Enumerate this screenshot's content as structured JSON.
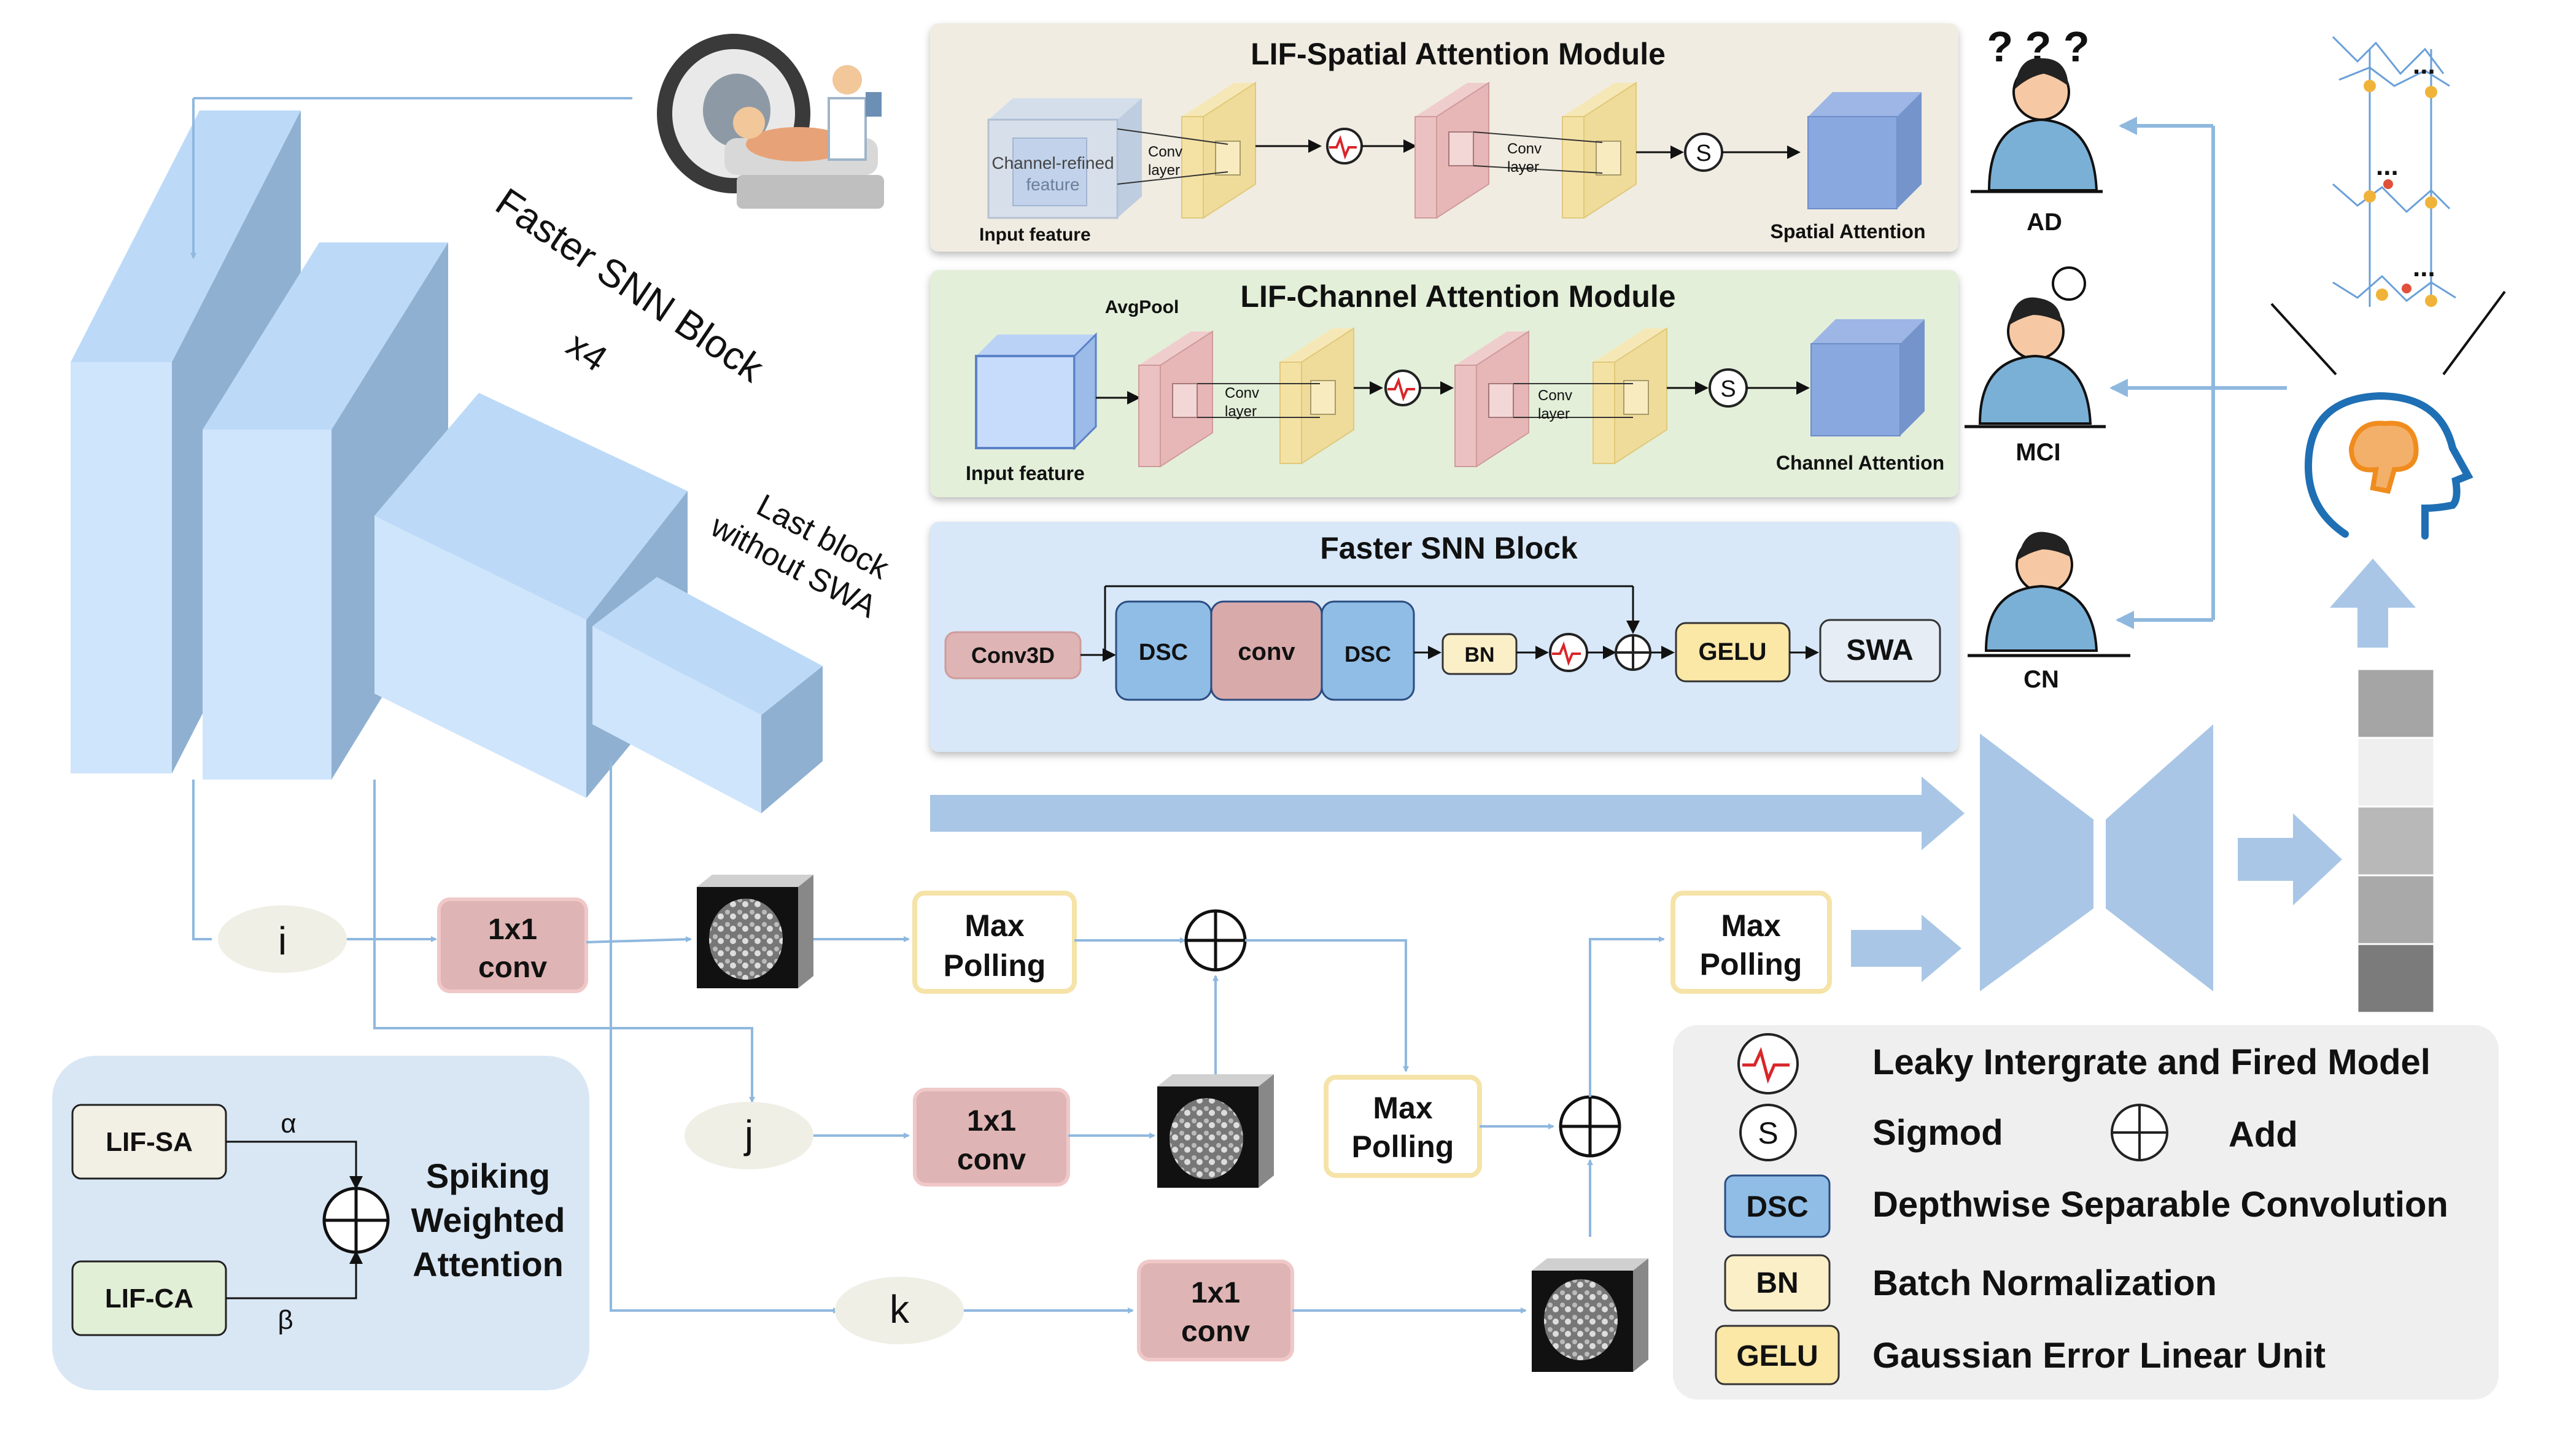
{
  "texts": {
    "faster_snn_block_x4": "Faster SNN Block",
    "x4": "x4",
    "last_block_1": "Last block",
    "last_block_2": "without SWA",
    "spatial_title": "LIF-Spatial Attention Module",
    "spatial_channel_refined": "Channel-refined",
    "spatial_feature": "feature",
    "spatial_conv_layer_1": "Conv",
    "spatial_conv_layer_2": "layer",
    "spatial_input_feature": "Input feature",
    "spatial_output": "Spatial Attention",
    "channel_title": "LIF-Channel Attention Module",
    "channel_avgpool": "AvgPool",
    "channel_input_feature": "Input feature",
    "channel_output": "Channel Attention",
    "faster_title": "Faster SNN Block",
    "conv3d": "Conv3D",
    "dsc": "DSC",
    "conv": "conv",
    "bn": "BN",
    "gelu": "GELU",
    "swa": "SWA",
    "ad": "AD",
    "mci": "MCI",
    "cn": "CN",
    "i": "i",
    "j": "j",
    "k": "k",
    "conv1x1_line1": "1x1",
    "conv1x1_line2": "conv",
    "max_line1": "Max",
    "max_line2": "Polling",
    "lif_sa": "LIF-SA",
    "lif_ca": "LIF-CA",
    "alpha": "α",
    "beta": "β",
    "swatt_1": "Spiking",
    "swatt_2": "Weighted",
    "swatt_3": "Attention",
    "sigmoid_symbol": "S",
    "dots": "...",
    "question_marks": "? ? ?",
    "legend_lif": "Leaky Intergrate and Fired Model",
    "legend_sigmod": "Sigmod",
    "legend_add": "Add",
    "legend_dsc": "Depthwise Separable Convolution",
    "legend_bn": "Batch Normalization",
    "legend_gelu": "Gaussian Error Linear Unit"
  },
  "colors": {
    "block_front": "#cfe5fb",
    "block_top": "#bcdaf8",
    "block_side": "#8fb0d0",
    "arrow_blue": "#8fb8de",
    "thick_arrow": "#a9c6e6",
    "spatial_panel": "#f0ece1",
    "channel_panel": "#e3efd9",
    "faster_panel": "#d8e8f8",
    "dsc_fill": "#8fbde6",
    "conv_fill": "#d9aaaa",
    "bn_fill": "#fbefc8",
    "gelu_fill": "#fbe7a6",
    "swa_fill": "#e6edf5",
    "conv1x1_fill": "#dfb4b4",
    "maxpool_border": "#f5e3a8",
    "lif_sa_fill": "#f2f0e4",
    "lif_ca_fill": "#e2efd7",
    "legend_panel": "#f0f0f0",
    "swatt_panel": "#d9e7f5"
  },
  "icons": [
    "mri-scanner-icon",
    "ad-patient-icon",
    "mci-patient-icon",
    "cn-patient-icon",
    "neuron-network-icon",
    "brain-head-icon",
    "lif-spike-icon",
    "sigmoid-icon",
    "add-icon",
    "brain-slice-icon"
  ],
  "output_bar_shades": [
    "#a5a5a5",
    "#efefef",
    "#b8b8b8",
    "#a9a9a9",
    "#7b7b7b"
  ]
}
